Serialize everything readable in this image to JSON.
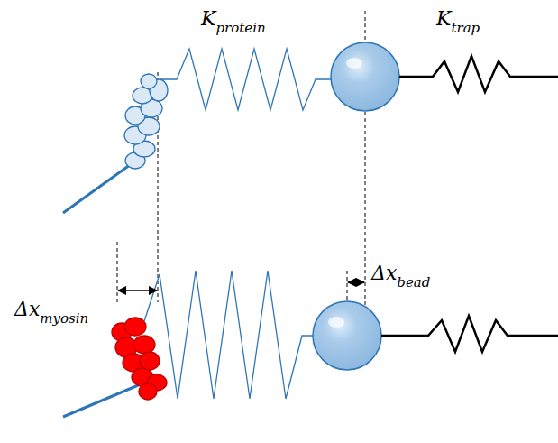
{
  "diagram": {
    "labels": [
      "K",
      "protein",
      "K",
      "trap",
      "Δx",
      "myosin",
      "Δx",
      "bead"
    ]
  }
}
